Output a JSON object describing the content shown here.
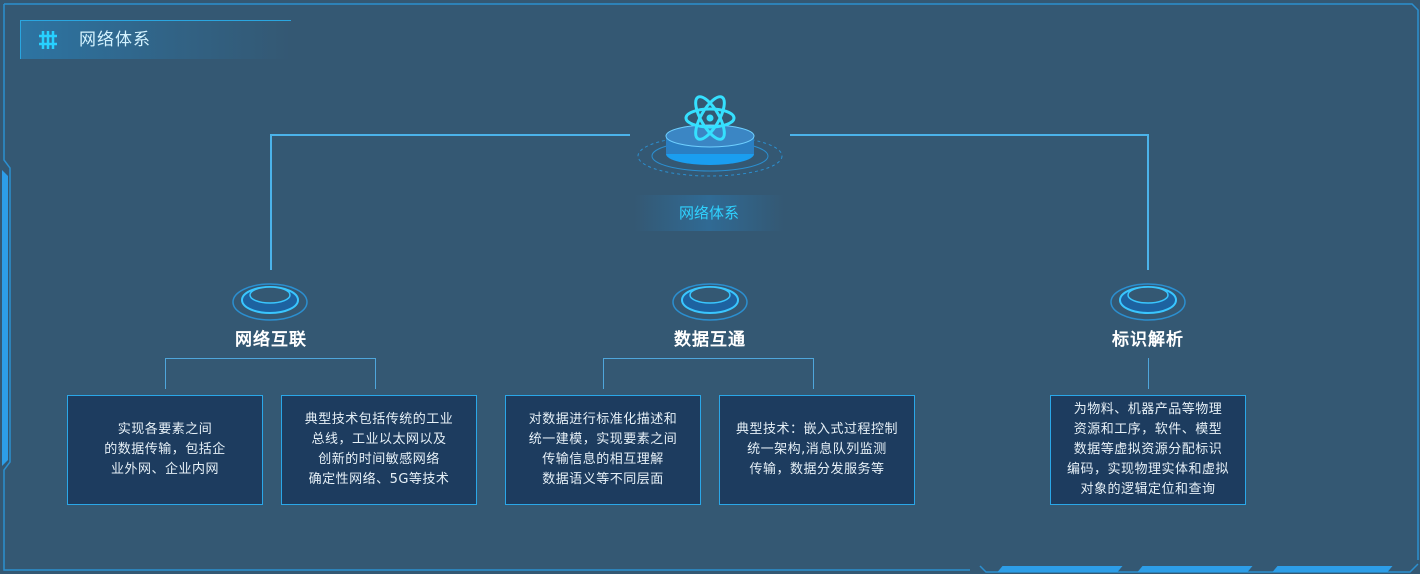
{
  "header": {
    "icon": "grid-hash-icon",
    "icon_glyph": "#",
    "title": "网络体系"
  },
  "center": {
    "icon": "atom-icon",
    "label": "网络体系"
  },
  "branches": [
    {
      "title": "网络互联",
      "boxes": [
        "实现各要素之间\n的数据传输，包括企\n业外网、企业内网",
        "典型技术包括传统的工业\n总线，工业以太网以及\n创新的时间敏感网络\n确定性网络、5G等技术"
      ]
    },
    {
      "title": "数据互通",
      "boxes": [
        "对数据进行标准化描述和\n统一建模，实现要素之间\n传输信息的相互理解\n数据语义等不同层面",
        "典型技术：嵌入式过程控制\n统一架构,消息队列监测\n传输，数据分发服务等"
      ]
    },
    {
      "title": "标识解析",
      "boxes": [
        "为物料、机器产品等物理\n资源和工序，软件、模型\n数据等虚拟资源分配标识\n编码，实现物理实体和虚拟\n对象的逻辑定位和查询"
      ]
    }
  ],
  "colors": {
    "background": "#345873",
    "accent": "#2fd2ff",
    "line": "#4bb3ea",
    "box_fill": "#1d3c5f",
    "box_border": "#2aa7e8"
  }
}
